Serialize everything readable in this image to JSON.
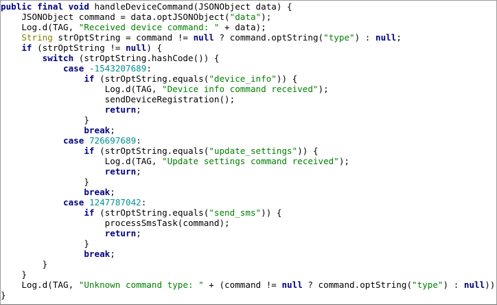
{
  "editor": {
    "lines": [
      [
        {
          "t": "kw",
          "v": "public final void"
        },
        {
          "t": "plain",
          "v": " handleDeviceCommand(JSONObject data) {"
        }
      ],
      [
        {
          "t": "plain",
          "v": "    JSONObject command = data.optJSONObject("
        },
        {
          "t": "str",
          "v": "\"data\""
        },
        {
          "t": "plain",
          "v": ");"
        }
      ],
      [
        {
          "t": "plain",
          "v": "    Log.d(TAG, "
        },
        {
          "t": "str",
          "v": "\"Received device command: \""
        },
        {
          "t": "plain",
          "v": " + data);"
        }
      ],
      [
        {
          "t": "plain",
          "v": "    "
        },
        {
          "t": "type",
          "v": "String"
        },
        {
          "t": "plain",
          "v": " strOptString = command != "
        },
        {
          "t": "kw",
          "v": "null"
        },
        {
          "t": "plain",
          "v": " ? command.optString("
        },
        {
          "t": "str",
          "v": "\"type\""
        },
        {
          "t": "plain",
          "v": ") : "
        },
        {
          "t": "kw",
          "v": "null"
        },
        {
          "t": "plain",
          "v": ";"
        }
      ],
      [
        {
          "t": "plain",
          "v": "    "
        },
        {
          "t": "kw",
          "v": "if"
        },
        {
          "t": "plain",
          "v": " (strOptString != "
        },
        {
          "t": "kw",
          "v": "null"
        },
        {
          "t": "plain",
          "v": ") {"
        }
      ],
      [
        {
          "t": "plain",
          "v": "        "
        },
        {
          "t": "kw",
          "v": "switch"
        },
        {
          "t": "plain",
          "v": " (strOptString.hashCode()) {"
        }
      ],
      [
        {
          "t": "plain",
          "v": "            "
        },
        {
          "t": "kw",
          "v": "case"
        },
        {
          "t": "plain",
          "v": " "
        },
        {
          "t": "num",
          "v": "-1543207689"
        },
        {
          "t": "plain",
          "v": ":"
        }
      ],
      [
        {
          "t": "plain",
          "v": "                "
        },
        {
          "t": "kw",
          "v": "if"
        },
        {
          "t": "plain",
          "v": " (strOptString.equals("
        },
        {
          "t": "str",
          "v": "\"device_info\""
        },
        {
          "t": "plain",
          "v": ")) {"
        }
      ],
      [
        {
          "t": "plain",
          "v": "                    Log.d(TAG, "
        },
        {
          "t": "str",
          "v": "\"Device info command received\""
        },
        {
          "t": "plain",
          "v": ");"
        }
      ],
      [
        {
          "t": "plain",
          "v": "                    sendDeviceRegistration();"
        }
      ],
      [
        {
          "t": "plain",
          "v": "                    "
        },
        {
          "t": "kw",
          "v": "return"
        },
        {
          "t": "plain",
          "v": ";"
        }
      ],
      [
        {
          "t": "plain",
          "v": "                }"
        }
      ],
      [
        {
          "t": "plain",
          "v": "                "
        },
        {
          "t": "kw",
          "v": "break"
        },
        {
          "t": "plain",
          "v": ";"
        }
      ],
      [
        {
          "t": "plain",
          "v": "            "
        },
        {
          "t": "kw",
          "v": "case"
        },
        {
          "t": "plain",
          "v": " "
        },
        {
          "t": "num",
          "v": "726697689"
        },
        {
          "t": "plain",
          "v": ":"
        }
      ],
      [
        {
          "t": "plain",
          "v": "                "
        },
        {
          "t": "kw",
          "v": "if"
        },
        {
          "t": "plain",
          "v": " (strOptString.equals("
        },
        {
          "t": "str",
          "v": "\"update_settings\""
        },
        {
          "t": "plain",
          "v": ")) {"
        }
      ],
      [
        {
          "t": "plain",
          "v": "                    Log.d(TAG, "
        },
        {
          "t": "str",
          "v": "\"Update settings command received\""
        },
        {
          "t": "plain",
          "v": ");"
        }
      ],
      [
        {
          "t": "plain",
          "v": "                    "
        },
        {
          "t": "kw",
          "v": "return"
        },
        {
          "t": "plain",
          "v": ";"
        }
      ],
      [
        {
          "t": "plain",
          "v": "                }"
        }
      ],
      [
        {
          "t": "plain",
          "v": "                "
        },
        {
          "t": "kw",
          "v": "break"
        },
        {
          "t": "plain",
          "v": ";"
        }
      ],
      [
        {
          "t": "plain",
          "v": "            "
        },
        {
          "t": "kw",
          "v": "case"
        },
        {
          "t": "plain",
          "v": " "
        },
        {
          "t": "num",
          "v": "1247787042"
        },
        {
          "t": "plain",
          "v": ":"
        }
      ],
      [
        {
          "t": "plain",
          "v": "                "
        },
        {
          "t": "kw",
          "v": "if"
        },
        {
          "t": "plain",
          "v": " (strOptString.equals("
        },
        {
          "t": "str",
          "v": "\"send_sms\""
        },
        {
          "t": "plain",
          "v": ")) {"
        }
      ],
      [
        {
          "t": "plain",
          "v": "                    processSmsTask(command);"
        }
      ],
      [
        {
          "t": "plain",
          "v": "                    "
        },
        {
          "t": "kw",
          "v": "return"
        },
        {
          "t": "plain",
          "v": ";"
        }
      ],
      [
        {
          "t": "plain",
          "v": "                }"
        }
      ],
      [
        {
          "t": "plain",
          "v": "                "
        },
        {
          "t": "kw",
          "v": "break"
        },
        {
          "t": "plain",
          "v": ";"
        }
      ],
      [
        {
          "t": "plain",
          "v": "        }"
        }
      ],
      [
        {
          "t": "plain",
          "v": "    }"
        }
      ],
      [
        {
          "t": "plain",
          "v": "    Log.d(TAG, "
        },
        {
          "t": "str",
          "v": "\"Unknown command type: \""
        },
        {
          "t": "plain",
          "v": " + (command != "
        },
        {
          "t": "kw",
          "v": "null"
        },
        {
          "t": "plain",
          "v": " ? command.optString("
        },
        {
          "t": "str",
          "v": "\"type\""
        },
        {
          "t": "plain",
          "v": ") : "
        },
        {
          "t": "kw",
          "v": "null"
        },
        {
          "t": "plain",
          "v": "));"
        }
      ],
      [
        {
          "t": "plain",
          "v": "}"
        }
      ]
    ]
  }
}
